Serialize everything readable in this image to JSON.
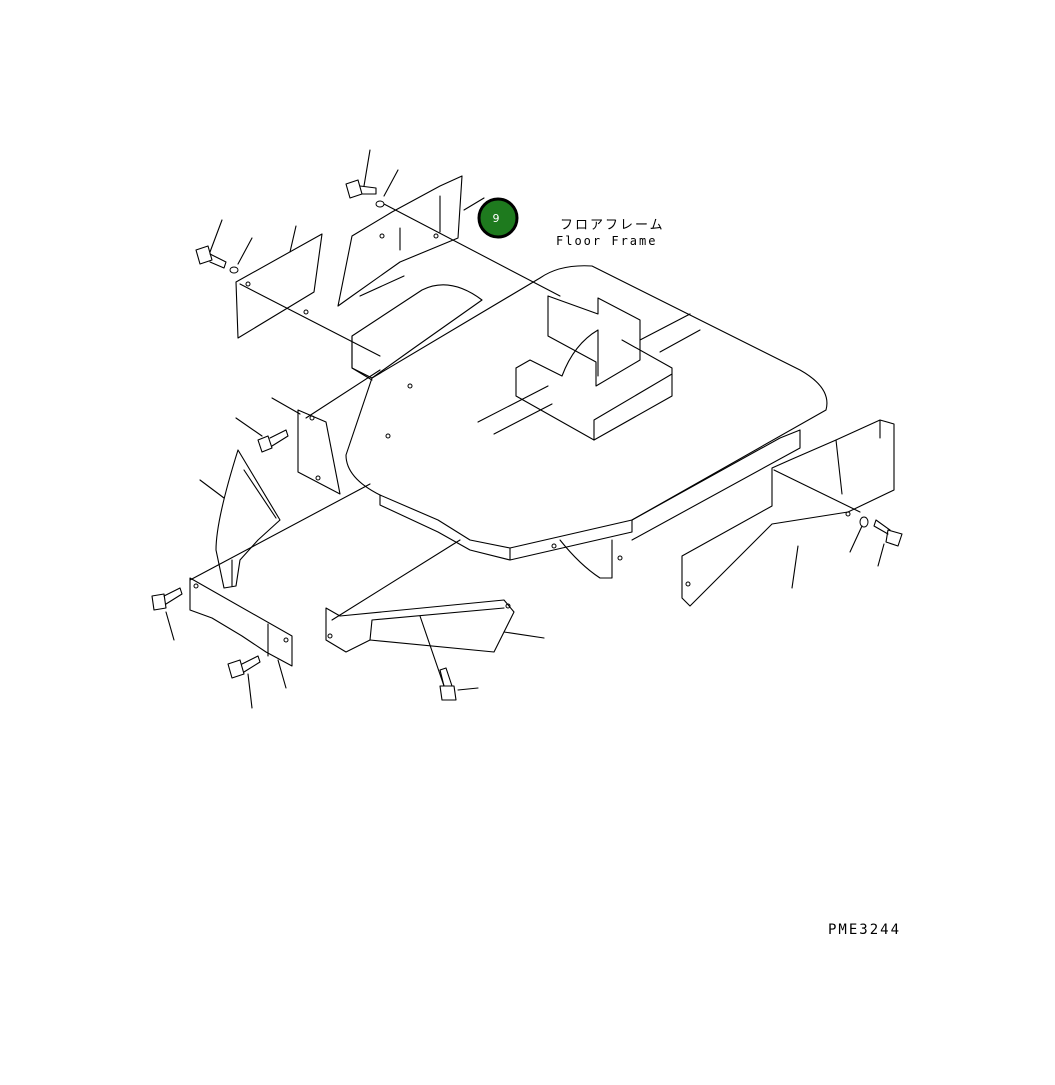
{
  "labels": {
    "floor_frame_jp": "フロアフレーム",
    "floor_frame_en": "Floor Frame",
    "drawing_code": "PME3244"
  },
  "callout": {
    "number": "9",
    "fill_color": "#1e7a1e",
    "ring_color": "#000000"
  }
}
